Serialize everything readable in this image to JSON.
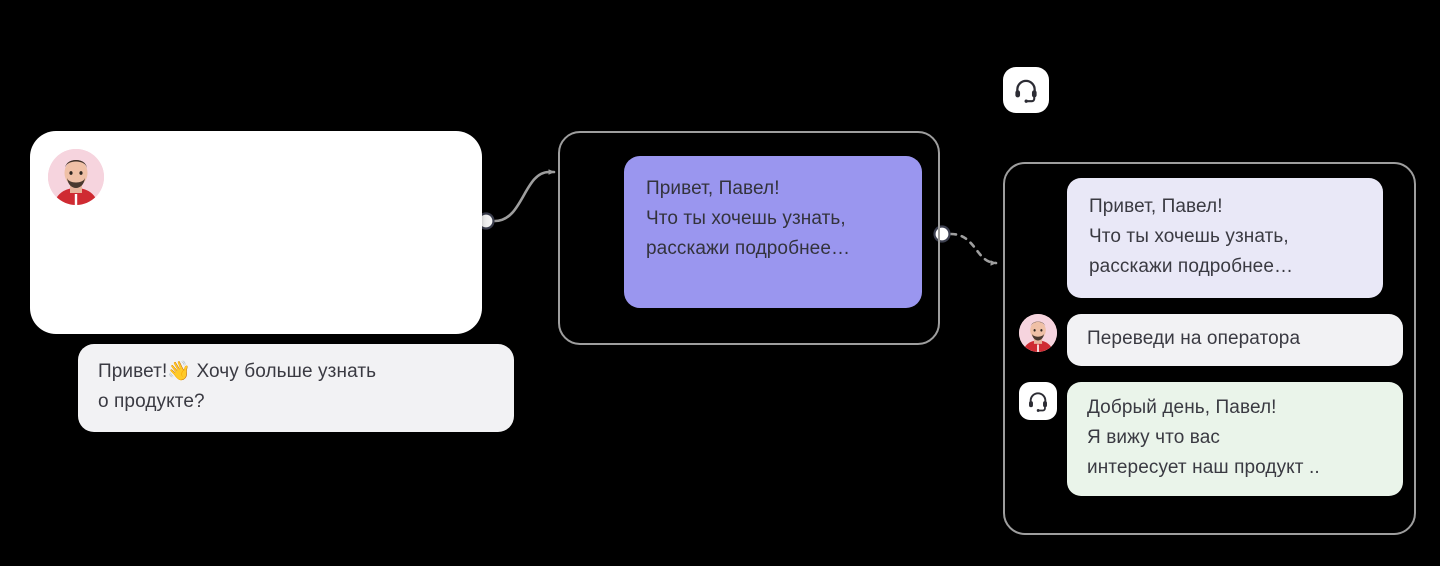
{
  "scene": {
    "background": "#000000",
    "accent_purple": "#9a96ef",
    "bubble_gray": "#f2f2f4",
    "bubble_lavender": "#e9e8f7",
    "bubble_green": "#eaf4ea",
    "node_border": "#9e9e9e",
    "text_color": "#3a3a42"
  },
  "nodes": {
    "user_card": {
      "name": "user-message-node",
      "avatar_icon": "user-avatar",
      "message": "Привет!👋 Хочу больше узнать\nо продукте?"
    },
    "bot_card": {
      "name": "bot-reply-node",
      "message": "Привет, Павел!\nЧто ты хочешь узнать,\nрасскажи подробнее…"
    },
    "chat_panel": {
      "name": "chat-preview-node",
      "messages": [
        {
          "role": "bot",
          "avatar_icon": "none",
          "text": "Привет, Павел!\nЧто ты хочешь узнать,\nрасскажи подробнее…"
        },
        {
          "role": "user",
          "avatar_icon": "user-avatar",
          "text": "Переведи на оператора"
        },
        {
          "role": "operator",
          "avatar_icon": "headset-icon",
          "text": "Добрый день, Павел!\nЯ вижу что вас\nинтересует наш продукт .."
        }
      ]
    }
  },
  "badges": {
    "operator_top": {
      "name": "operator-headset-badge",
      "icon": "headset-icon"
    }
  },
  "connectors": [
    {
      "name": "edge-user-to-bot",
      "from_port": "user-card-output-port",
      "to_port": "bot-card-input-port",
      "style": "solid",
      "color": "#9e9e9e"
    },
    {
      "name": "edge-bot-to-chat",
      "from_port": "bot-card-output-port",
      "to_port": "chat-panel-input-port",
      "style": "dashed",
      "color": "#9e9e9e"
    }
  ]
}
